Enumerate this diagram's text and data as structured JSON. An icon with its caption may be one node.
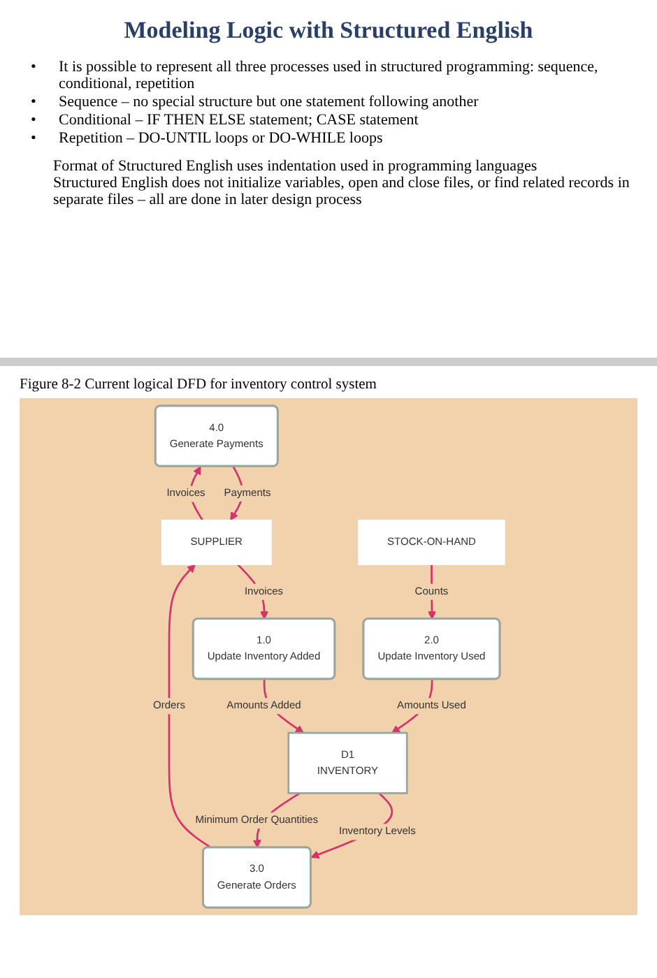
{
  "diagram": {
    "title": "Modeling Logic with Structured English",
    "caption": "Figure 8-2 Current logical DFD for inventory control system",
    "nodes": [
      {
        "text": [
          "SUPPLIER"
        ]
      },
      {
        "text": [
          "1.0",
          "Update Inventory Added"
        ]
      },
      {
        "text": [
          "2.0",
          "Update Inventory Used"
        ]
      },
      {
        "text": [
          "STOCK-ON-HAND"
        ]
      },
      {
        "text": [
          "D1",
          "INVENTORY"
        ]
      },
      {
        "text": [
          "4.0",
          "Generate Payments"
        ]
      },
      {
        "text": [
          "3.0",
          "Generate Orders"
        ]
      }
    ],
    "edges": [
      {
        "from": 0,
        "to": 1,
        "arrow": "to",
        "label": "Invoices"
      },
      {
        "from": 3,
        "to": 2,
        "arrow": "to",
        "label": "Counts"
      },
      {
        "from": 1,
        "to": 4,
        "arrow": "to",
        "label": "Amounts Added"
      },
      {
        "from": 2,
        "to": 4,
        "arrow": "to",
        "label": "Amounts Used"
      },
      {
        "from": 4,
        "to": 6,
        "arrow": "to",
        "label": "Inventory Levels"
      },
      {
        "from": 4,
        "to": 6,
        "arrow": "to",
        "label": "Minimum Order Quantities"
      },
      {
        "from": 6,
        "to": 0,
        "arrow": "to",
        "label": "Orders"
      },
      {
        "from": 5,
        "to": 0,
        "arrow": "to",
        "label": "Payments"
      },
      {
        "from": 0,
        "to": 5,
        "arrow": "to",
        "label": "Invoices"
      }
    ],
    "labels": [
      "•",
      "It is possible to represent all three processes used in structured programming: sequence, conditional, repetition",
      "•",
      "Sequence – no special structure but one statement following another",
      "•",
      "Conditional – IF THEN ELSE statement; CASE statement",
      "•",
      "Repetition – DO-UNTIL loops or DO-WHILE loops",
      "Format of Structured English uses indentation used in programming languages",
      "Structured English does not initialize variables, open and close files, or find related records in separate files – all are done in later design process"
    ]
  }
}
